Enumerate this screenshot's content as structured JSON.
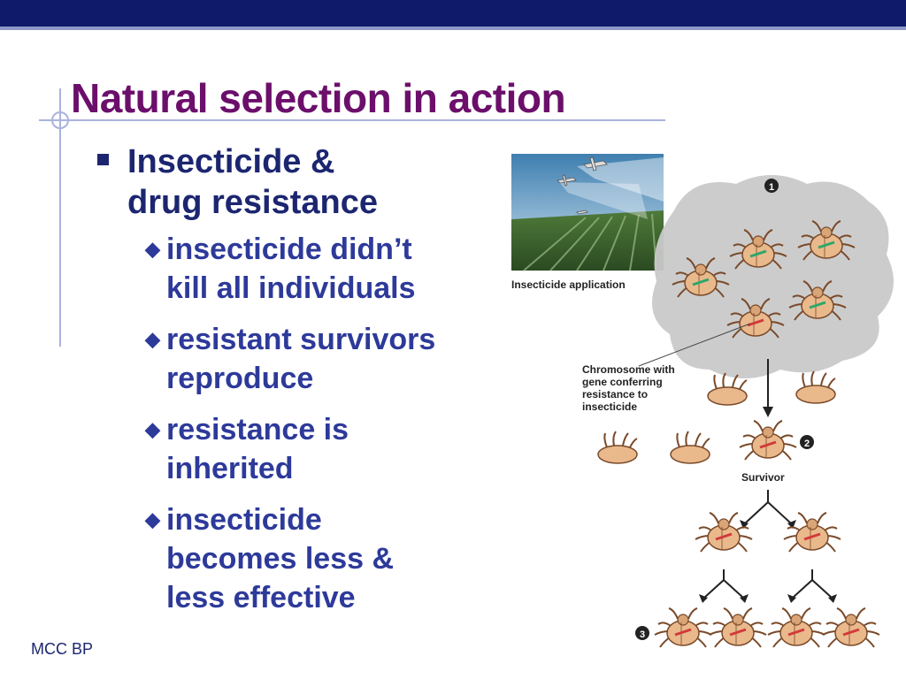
{
  "slide": {
    "title": "Natural selection in action",
    "footer": "MCC BP"
  },
  "bullets": {
    "main": [
      "Insecticide &",
      "drug resistance"
    ],
    "sub": [
      [
        "insecticide didn’t",
        "kill all individuals"
      ],
      [
        "resistant survivors",
        "reproduce"
      ],
      [
        "resistance is",
        "inherited"
      ],
      [
        "insecticide",
        "becomes less &",
        "less effective"
      ]
    ]
  },
  "figure": {
    "photo_label": "Insecticide application",
    "chromosome_label": [
      "Chromosome with",
      "gene conferring",
      "resistance to",
      "insecticide"
    ],
    "survivor_label": "Survivor",
    "steps": [
      "1",
      "2",
      "3"
    ],
    "colors": {
      "cloud": "#c9c9c9",
      "beetle": "#e9b98c",
      "beetle_outline": "#7a4a2a",
      "gene_resistant": "#d23a3a",
      "gene_normal": "#2aa86a"
    }
  }
}
